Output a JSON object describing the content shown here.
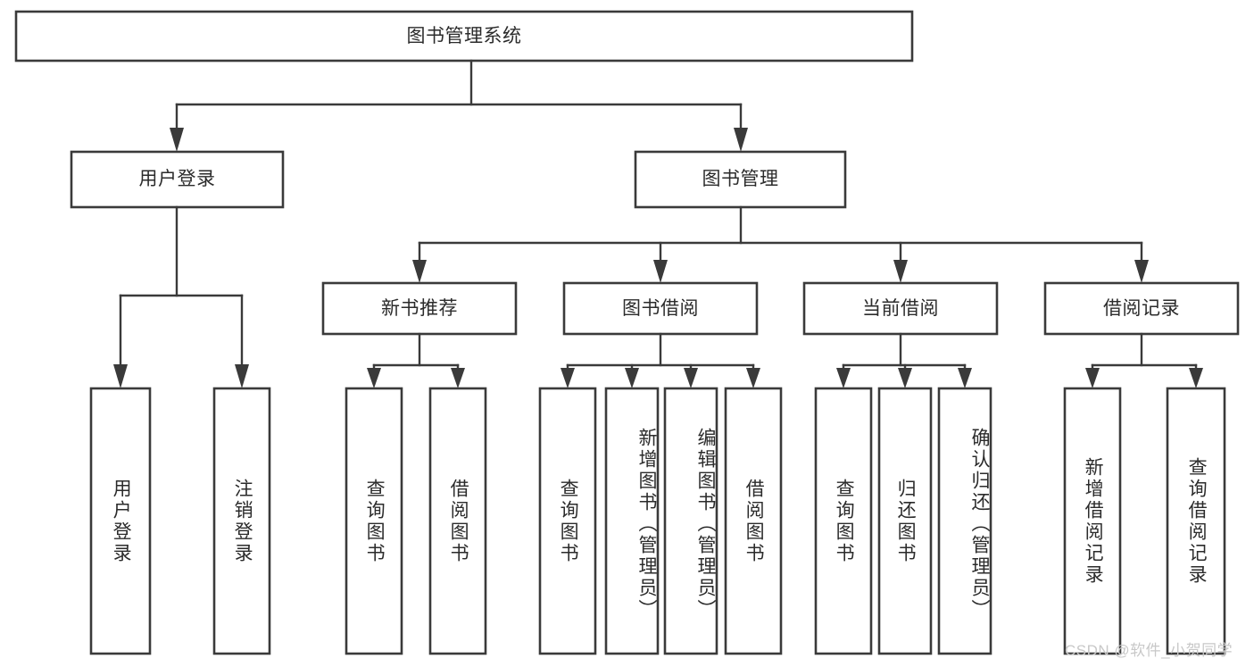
{
  "diagram": {
    "title": "图书管理系统",
    "type": "tree-hierarchy",
    "watermark": "CSDN @软件_小贺同学",
    "colors": {
      "stroke": "#3a3a3a",
      "fill": "#ffffff",
      "text": "#2b2b2b",
      "watermark": "#c8c8c8"
    },
    "root": {
      "label": "图书管理系统"
    },
    "level2": [
      {
        "label": "用户登录"
      },
      {
        "label": "图书管理"
      }
    ],
    "level3": [
      {
        "label": "新书推荐"
      },
      {
        "label": "图书借阅"
      },
      {
        "label": "当前借阅"
      },
      {
        "label": "借阅记录"
      }
    ],
    "leaves": {
      "user_login": [
        {
          "label": "用户登录"
        },
        {
          "label": "注销登录"
        }
      ],
      "new_book_recommend": [
        {
          "label": "查询图书"
        },
        {
          "label": "借阅图书"
        }
      ],
      "book_borrow": [
        {
          "label": "查询图书"
        },
        {
          "label": "新增图书（管理员）"
        },
        {
          "label": "编辑图书（管理员）"
        },
        {
          "label": "借阅图书"
        }
      ],
      "current_borrow": [
        {
          "label": "查询图书"
        },
        {
          "label": "归还图书"
        },
        {
          "label": "确认归还（管理员）"
        }
      ],
      "borrow_record": [
        {
          "label": "新增借阅记录"
        },
        {
          "label": "查询借阅记录"
        }
      ]
    }
  }
}
